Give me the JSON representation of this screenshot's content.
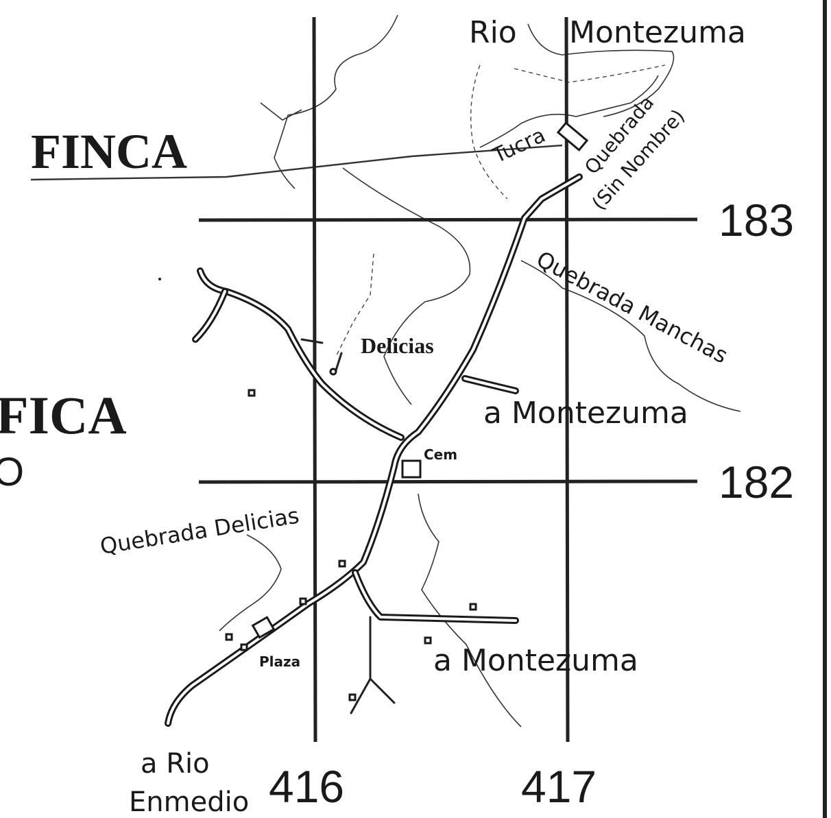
{
  "labels": {
    "finca": "FINCA",
    "fica": "FICA",
    "zero": "O",
    "rio_montezuma_rio": "Rio",
    "rio_montezuma_name": "Montezuma",
    "quebrada_sin_nombre_1": "Quebrada",
    "quebrada_sin_nombre_2": "(Sin Nombre)",
    "tucra": "Tucra",
    "quebrada_manchas": "Quebrada Manchas",
    "delicias": "Delicias",
    "a_montezuma_upper": "a Montezuma",
    "cem": "Cem",
    "quebrada_delicias": "Quebrada Delicias",
    "plaza": "Plaza",
    "a_montezuma_lower": "a Montezuma",
    "a_rio": "a Rio",
    "enmedio": "Enmedio"
  },
  "grid": {
    "easting": [
      "416",
      "417"
    ],
    "northing": [
      "183",
      "182"
    ]
  },
  "colors": {
    "ink": "#1a1a1a",
    "paper": "#ffffff"
  }
}
